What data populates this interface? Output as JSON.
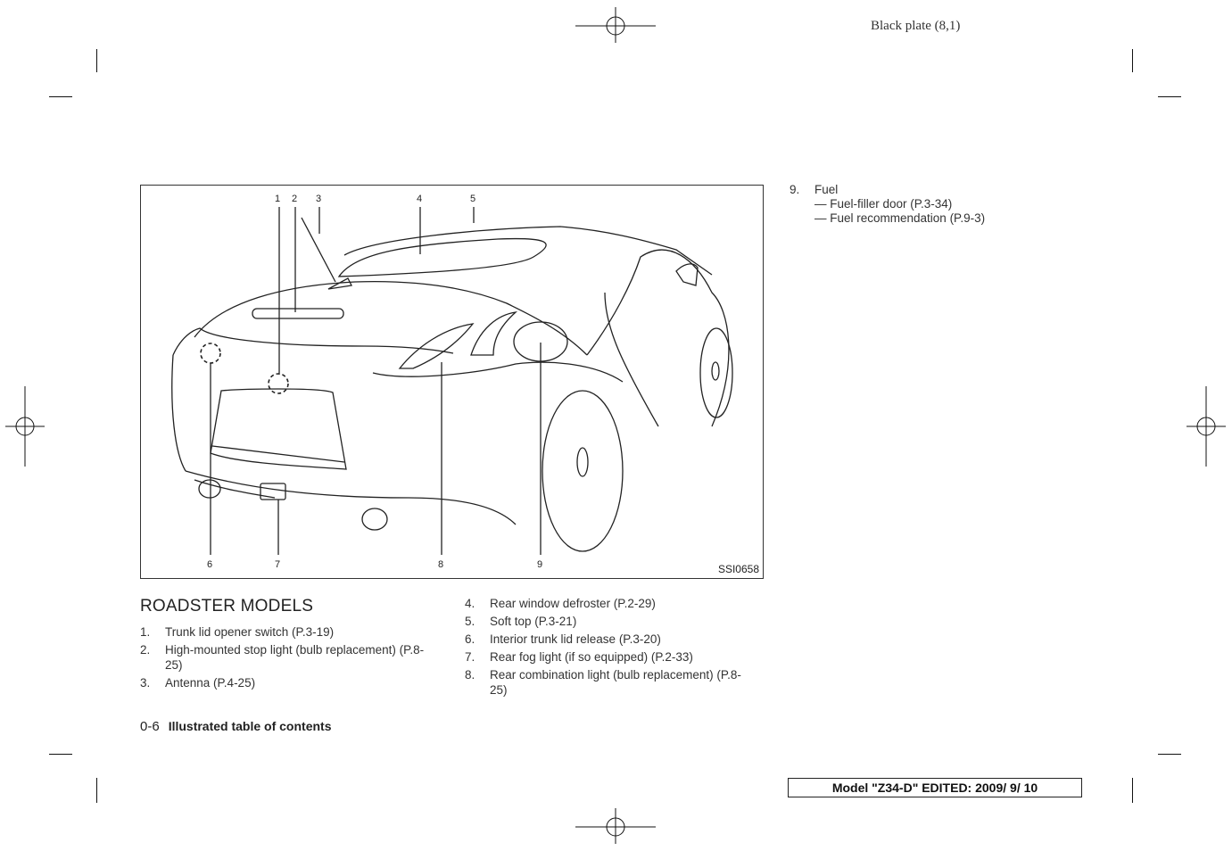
{
  "header": {
    "plate": "Black plate (8,1)"
  },
  "figure": {
    "id": "SSI0658",
    "callouts_top": [
      "1",
      "2",
      "3",
      "4",
      "5"
    ],
    "callouts_bottom": [
      "6",
      "7",
      "8",
      "9"
    ]
  },
  "section": {
    "title": "ROADSTER MODELS"
  },
  "list_left": [
    {
      "num": "1.",
      "text": "Trunk lid opener switch (P.3-19)"
    },
    {
      "num": "2.",
      "text": "High-mounted stop light (bulb replacement) (P.8-25)"
    },
    {
      "num": "3.",
      "text": "Antenna (P.4-25)"
    }
  ],
  "list_mid": [
    {
      "num": "4.",
      "text": "Rear window defroster (P.2-29)"
    },
    {
      "num": "5.",
      "text": "Soft top (P.3-21)"
    },
    {
      "num": "6.",
      "text": "Interior trunk lid release (P.3-20)"
    },
    {
      "num": "7.",
      "text": "Rear fog light (if so equipped) (P.2-33)"
    },
    {
      "num": "8.",
      "text": "Rear combination light (bulb replacement) (P.8-25)"
    }
  ],
  "fuel": {
    "num": "9.",
    "title": "Fuel",
    "subs": [
      "— Fuel-filler door (P.3-34)",
      "— Fuel recommendation (P.9-3)"
    ]
  },
  "footer": {
    "page_number": "0-6",
    "page_title": "Illustrated table of contents",
    "model": "Model \"Z34-D\"  EDITED:  2009/ 9/ 10"
  }
}
